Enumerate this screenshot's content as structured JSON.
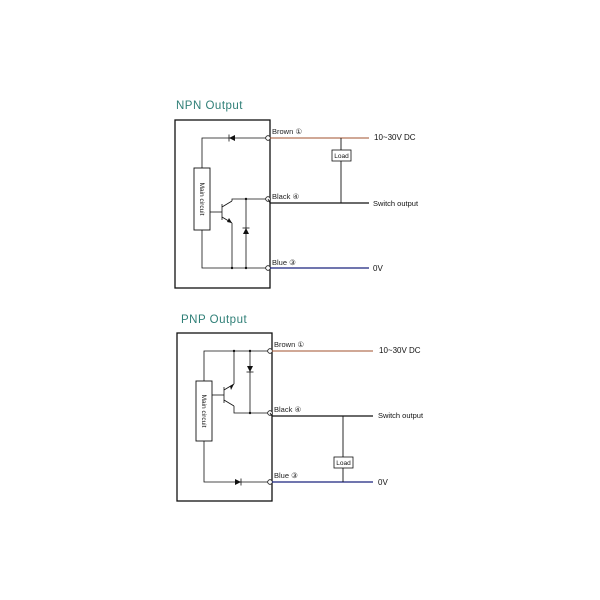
{
  "diagrams": [
    {
      "title": "NPN  Output",
      "main_circuit": "Main circuit",
      "wires": [
        {
          "label": "Brown",
          "pin": "①",
          "color": "#a0522d",
          "right_label": "10~30V DC"
        },
        {
          "label": "Black",
          "pin": "④",
          "color": "#111111",
          "right_label": "Switch output"
        },
        {
          "label": "Blue",
          "pin": "③",
          "color": "#1a237e",
          "right_label": "0V"
        }
      ],
      "load": "Load"
    },
    {
      "title": "PNP  Output",
      "main_circuit": "Main circuit",
      "wires": [
        {
          "label": "Brown",
          "pin": "①",
          "color": "#a0522d",
          "right_label": "10~30V DC"
        },
        {
          "label": "Black",
          "pin": "④",
          "color": "#111111",
          "right_label": "Switch output"
        },
        {
          "label": "Blue",
          "pin": "③",
          "color": "#1a237e",
          "right_label": "0V"
        }
      ],
      "load": "Load"
    }
  ]
}
